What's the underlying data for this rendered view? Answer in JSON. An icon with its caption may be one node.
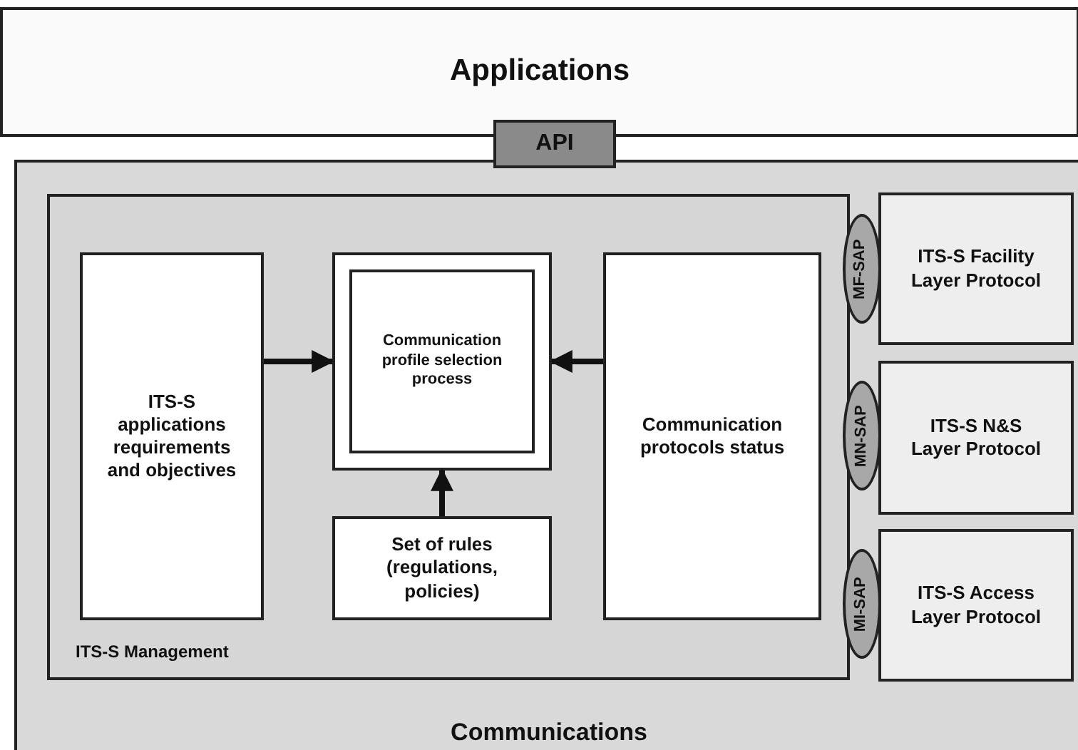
{
  "diagram": {
    "nodes": [
      {
        "text": [
          "Applications"
        ]
      },
      {
        "text": [
          "API"
        ]
      },
      {
        "text": [
          "Communications"
        ]
      },
      {
        "text": [
          "ITS-S Management"
        ],
        "in": 2
      },
      {
        "text": [
          "ITS-S applications requirements and objectives"
        ],
        "in": 3
      },
      {
        "text": [
          "Communication profile selection process"
        ],
        "in": 3
      },
      {
        "text": [
          "Set of rules (regulations, policies)"
        ],
        "in": 3
      },
      {
        "text": [
          "Communication protocols status"
        ],
        "in": 3
      },
      {
        "text": [
          "MF-SAP"
        ],
        "in": 2
      },
      {
        "text": [
          "ITS-S Facility Layer Protocol"
        ],
        "in": 2
      },
      {
        "text": [
          "MN-SAP"
        ],
        "in": 2
      },
      {
        "text": [
          "ITS-S N&S Layer Protocol"
        ],
        "in": 2
      },
      {
        "text": [
          "MI-SAP"
        ],
        "in": 2
      },
      {
        "text": [
          "ITS-S Access Layer Protocol"
        ],
        "in": 2
      }
    ],
    "edges": [
      {
        "from": 4,
        "to": 5,
        "arrow": "to"
      },
      {
        "from": 7,
        "to": 5,
        "arrow": "to"
      },
      {
        "from": 6,
        "to": 5,
        "arrow": "to"
      }
    ]
  }
}
